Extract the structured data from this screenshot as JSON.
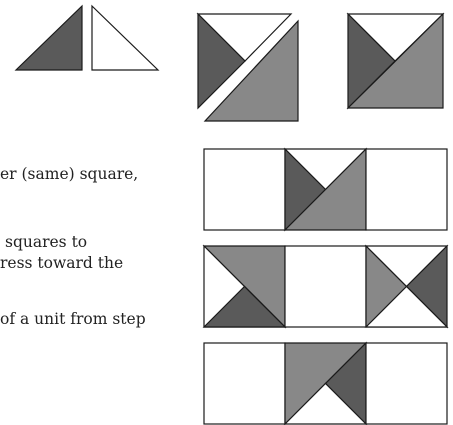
{
  "colors": {
    "dark": "#5a5a5a",
    "medium": "#888888",
    "light": "#ffffff",
    "stroke": "#1a1a1a"
  },
  "text_fragments": [
    "er (same) square,",
    "squares to",
    "ress toward the",
    "of a unit from step"
  ]
}
